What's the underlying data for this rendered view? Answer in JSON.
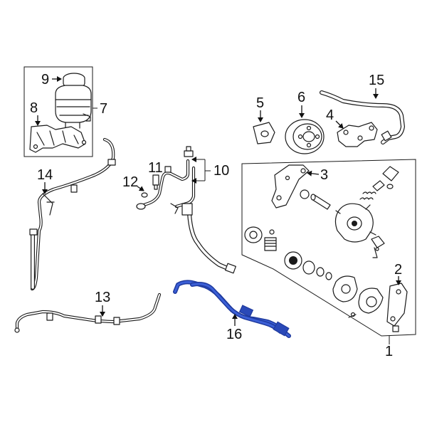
{
  "callouts": {
    "c1": "1",
    "c2": "2",
    "c3": "3",
    "c4": "4",
    "c5": "5",
    "c6": "6",
    "c7": "7",
    "c8": "8",
    "c9": "9",
    "c10": "10",
    "c11": "11",
    "c12": "12",
    "c13": "13",
    "c14": "14",
    "c15": "15",
    "c16": "16"
  },
  "colors": {
    "highlight_dark": "#1f3a9e",
    "highlight_light": "#3b5fd6",
    "line": "#1a1a1a"
  }
}
